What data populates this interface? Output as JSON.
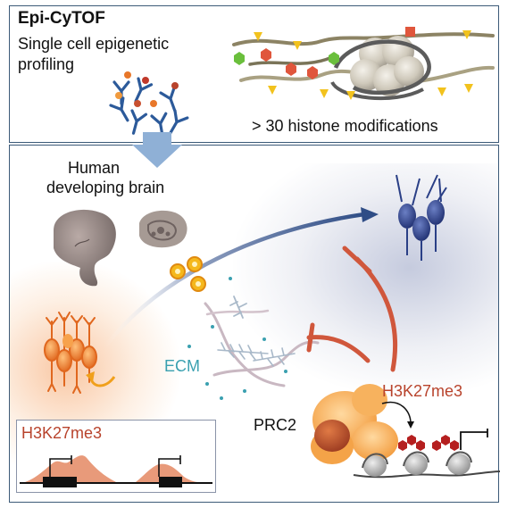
{
  "top_panel": {
    "title": "Epi-CyTOF",
    "subtitle_line1": "Single cell epigenetic",
    "subtitle_line2": "profiling",
    "modifications_label": "> 30 histone modifications"
  },
  "bottom_panel": {
    "brain_label_line1": "Human",
    "brain_label_line2": "developing brain",
    "ecm_label": "ECM",
    "mark_label": "H3K27me3",
    "complex_label": "PRC2",
    "inset_mark_label": "H3K27me3"
  },
  "colors": {
    "frame": "#3c5a78",
    "mark_red": "#b8432c",
    "ecm_teal": "#3aa0b0",
    "neuron_blue": "#2a3f86",
    "progenitor_orange": "#e8772a",
    "arrow_blue": "#2f4d86"
  }
}
